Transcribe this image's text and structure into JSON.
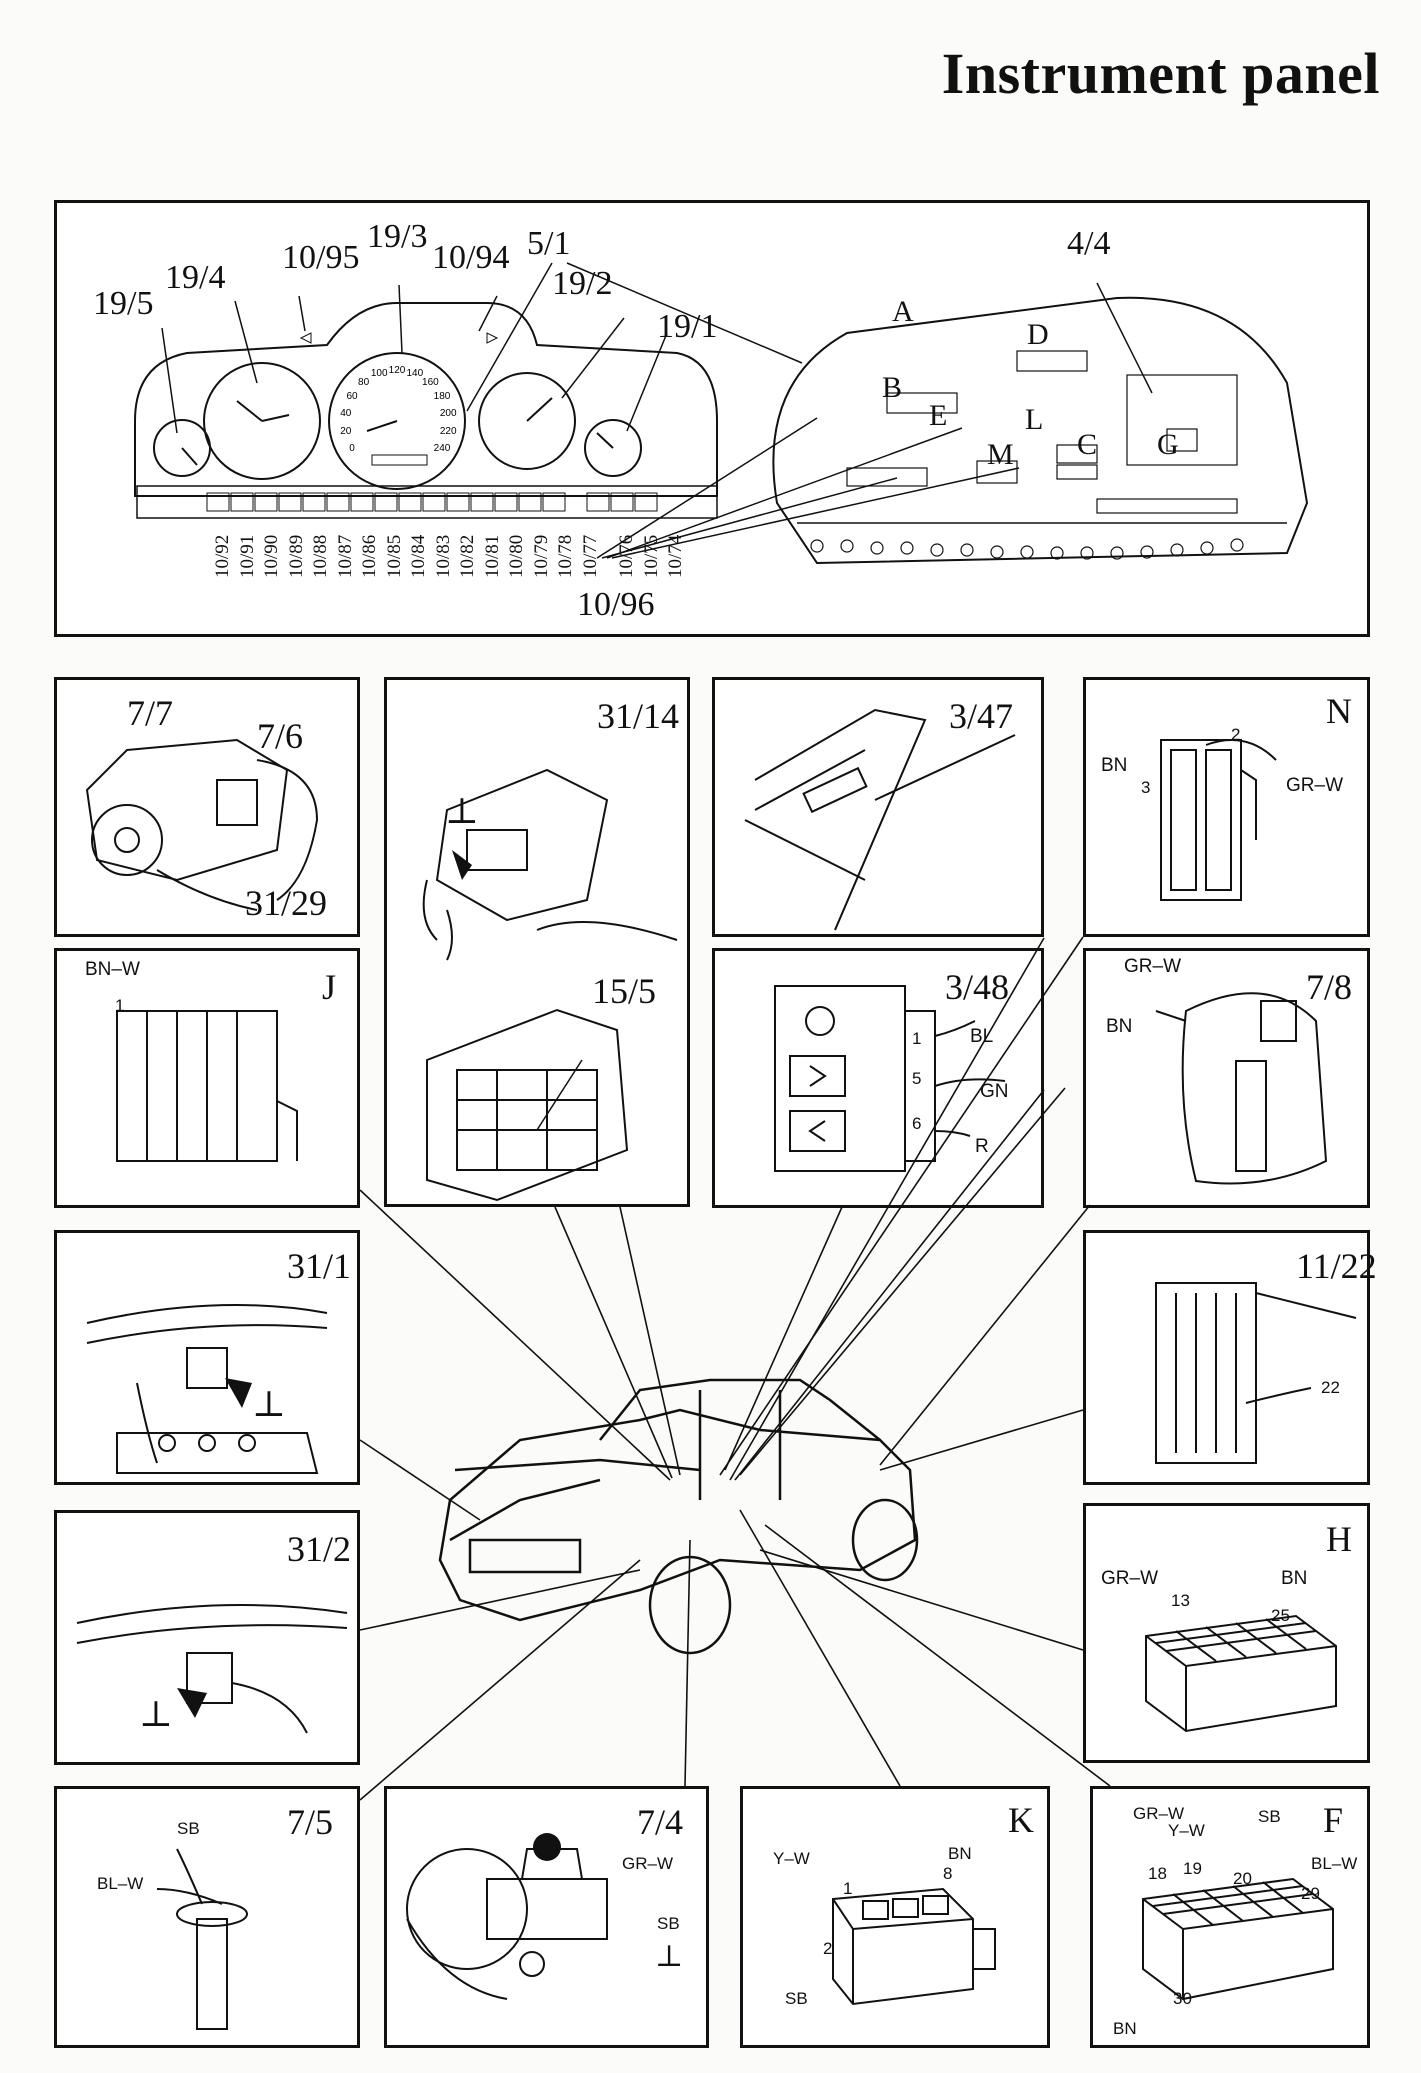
{
  "title": "Instrument panel",
  "top_panel": {
    "labels": {
      "l_19_5": "19/5",
      "l_19_4": "19/4",
      "l_10_95": "10/95",
      "l_19_3": "19/3",
      "l_10_94": "10/94",
      "l_19_2": "19/2",
      "l_19_1": "19/1",
      "l_5_1": "5/1",
      "l_4_4": "4/4",
      "l_10_96": "10/96"
    },
    "connector_letters": {
      "A": "A",
      "B": "B",
      "D": "D",
      "E": "E",
      "L": "L",
      "M": "M",
      "C": "C",
      "G": "G"
    },
    "bottom_codes": [
      "10/92",
      "10/91",
      "10/90",
      "10/89",
      "10/88",
      "10/87",
      "10/86",
      "10/85",
      "10/84",
      "10/83",
      "10/82",
      "10/81",
      "10/80",
      "10/79",
      "10/78",
      "10/77",
      "10/76",
      "10/75",
      "10/74"
    ],
    "speedo_numbers": [
      "0",
      "20",
      "40",
      "60",
      "80",
      "100",
      "120",
      "140",
      "160",
      "180",
      "200",
      "220",
      "240"
    ]
  },
  "panels": {
    "p7_7": {
      "a": "7/7",
      "b": "7/6",
      "c": "31/29"
    },
    "p31_14": {
      "a": "31/14",
      "b": "15/5"
    },
    "p3_47": {
      "a": "3/47"
    },
    "pN": {
      "label": "N",
      "w1": "BN",
      "n1": "3",
      "n2": "2",
      "w2": "GR–W"
    },
    "pJ": {
      "label": "J",
      "w1": "BN–W",
      "n1": "1"
    },
    "p3_48": {
      "label": "3/48",
      "n1": "1",
      "n2": "5",
      "n3": "6",
      "w1": "BL",
      "w2": "GN",
      "w3": "R"
    },
    "p7_8": {
      "label": "7/8",
      "w1": "GR–W",
      "w2": "BN"
    },
    "p31_1": {
      "label": "31/1"
    },
    "p11_22": {
      "label": "11/22",
      "n1": "22"
    },
    "p31_2": {
      "label": "31/2"
    },
    "pH": {
      "label": "H",
      "w1": "GR–W",
      "n1": "13",
      "w2": "BN",
      "n2": "25"
    },
    "p7_5": {
      "label": "7/5",
      "w1": "SB",
      "w2": "BL–W"
    },
    "p7_4": {
      "label": "7/4",
      "w1": "GR–W",
      "w2": "SB"
    },
    "pK": {
      "label": "K",
      "w1": "Y–W",
      "n1": "1",
      "w2": "BN",
      "n2": "8",
      "n3": "2",
      "w3": "SB"
    },
    "pF": {
      "label": "F",
      "w1": "GR–W",
      "w2": "Y–W",
      "w3": "SB",
      "n1": "18",
      "n2": "19",
      "n3": "20",
      "w4": "BL–W",
      "n4": "29",
      "n5": "30",
      "w5": "BN"
    }
  },
  "ground_symbol": "⊥"
}
